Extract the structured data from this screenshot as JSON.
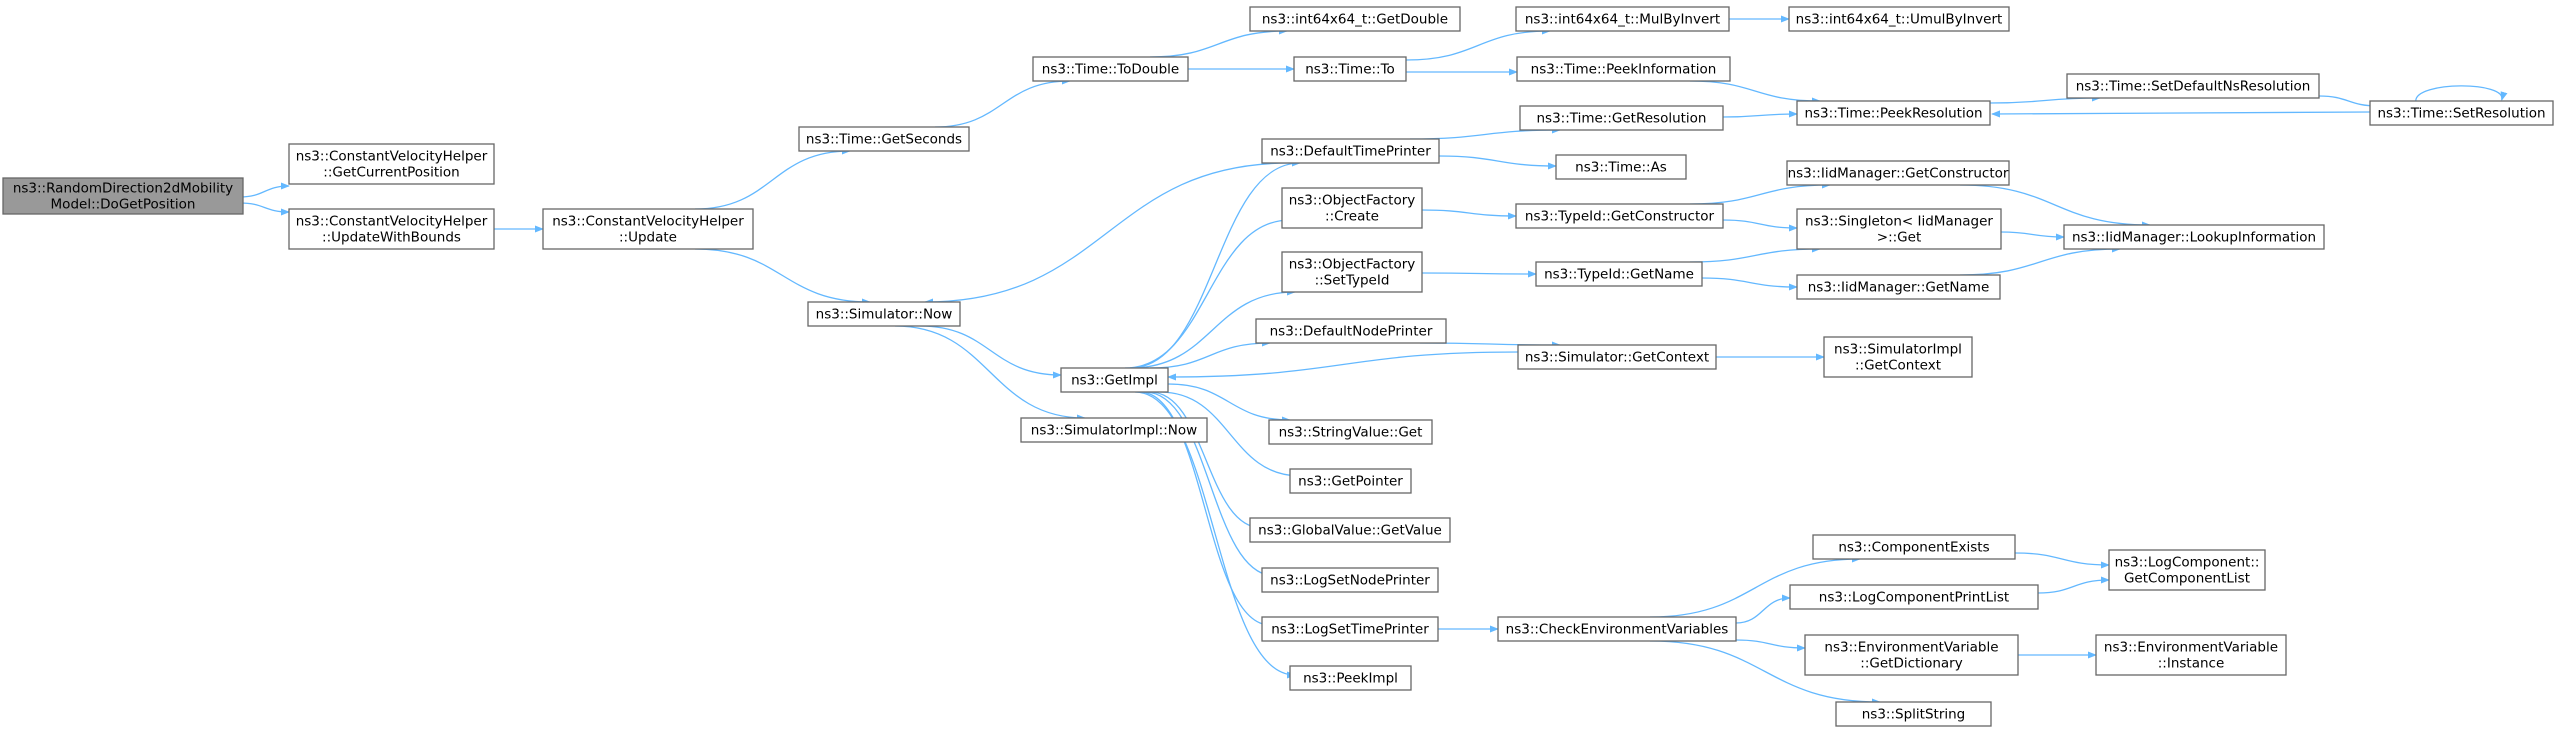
{
  "colors": {
    "edge": "#63B8FF",
    "node_border": "#666666",
    "root_fill": "#999999",
    "node_fill": "#ffffff"
  },
  "nodes": [
    {
      "id": "root",
      "name": "node-randomdirection-dogetposition",
      "lines": [
        "ns3::RandomDirection2dMobility",
        "Model::DoGetPosition"
      ],
      "root": true
    },
    {
      "id": "cvh_gcp",
      "name": "node-constantvelocityhelper-getcurrentposition",
      "lines": [
        "ns3::ConstantVelocityHelper",
        "::GetCurrentPosition"
      ]
    },
    {
      "id": "cvh_uwb",
      "name": "node-constantvelocityhelper-updatewithbounds",
      "lines": [
        "ns3::ConstantVelocityHelper",
        "::UpdateWithBounds"
      ]
    },
    {
      "id": "cvh_upd",
      "name": "node-constantvelocityhelper-update",
      "lines": [
        "ns3::ConstantVelocityHelper",
        "::Update"
      ]
    },
    {
      "id": "t_gs",
      "name": "node-time-getseconds",
      "lines": [
        "ns3::Time::GetSeconds"
      ]
    },
    {
      "id": "sim_now",
      "name": "node-simulator-now",
      "lines": [
        "ns3::Simulator::Now"
      ]
    },
    {
      "id": "t_td",
      "name": "node-time-todouble",
      "lines": [
        "ns3::Time::ToDouble"
      ]
    },
    {
      "id": "i64_gd",
      "name": "node-int64x64-getdouble",
      "lines": [
        "ns3::int64x64_t::GetDouble"
      ]
    },
    {
      "id": "t_to",
      "name": "node-time-to",
      "lines": [
        "ns3::Time::To"
      ]
    },
    {
      "id": "i64_mbi",
      "name": "node-int64x64-mulbyinvert",
      "lines": [
        "ns3::int64x64_t::MulByInvert"
      ]
    },
    {
      "id": "i64_umbi",
      "name": "node-int64x64-umulbyinvert",
      "lines": [
        "ns3::int64x64_t::UmulByInvert"
      ]
    },
    {
      "id": "t_pi",
      "name": "node-time-peekinformation",
      "lines": [
        "ns3::Time::PeekInformation"
      ]
    },
    {
      "id": "t_pr",
      "name": "node-time-peekresolution",
      "lines": [
        "ns3::Time::PeekResolution"
      ]
    },
    {
      "id": "t_sdnr",
      "name": "node-time-setdefaultnsresolution",
      "lines": [
        "ns3::Time::SetDefaultNsResolution"
      ]
    },
    {
      "id": "t_sr",
      "name": "node-time-setresolution",
      "lines": [
        "ns3::Time::SetResolution"
      ]
    },
    {
      "id": "dtp",
      "name": "node-defaulttimeprinter",
      "lines": [
        "ns3::DefaultTimePrinter"
      ]
    },
    {
      "id": "t_gr",
      "name": "node-time-getresolution",
      "lines": [
        "ns3::Time::GetResolution"
      ]
    },
    {
      "id": "t_as",
      "name": "node-time-as",
      "lines": [
        "ns3::Time::As"
      ]
    },
    {
      "id": "of_create",
      "name": "node-objectfactory-create",
      "lines": [
        "ns3::ObjectFactory",
        "::Create"
      ]
    },
    {
      "id": "tid_gc",
      "name": "node-typeid-getconstructor",
      "lines": [
        "ns3::TypeId::GetConstructor"
      ]
    },
    {
      "id": "iid_gc",
      "name": "node-iidmanager-getconstructor",
      "lines": [
        "ns3::IidManager::GetConstructor"
      ]
    },
    {
      "id": "singleton",
      "name": "node-singleton-iidmanager-get",
      "lines": [
        "ns3::Singleton< IidManager",
        ">::Get"
      ]
    },
    {
      "id": "iid_li",
      "name": "node-iidmanager-lookupinformation",
      "lines": [
        "ns3::IidManager::LookupInformation"
      ]
    },
    {
      "id": "of_sti",
      "name": "node-objectfactory-settypeid",
      "lines": [
        "ns3::ObjectFactory",
        "::SetTypeId"
      ]
    },
    {
      "id": "tid_gn",
      "name": "node-typeid-getname",
      "lines": [
        "ns3::TypeId::GetName"
      ]
    },
    {
      "id": "iid_gn",
      "name": "node-iidmanager-getname",
      "lines": [
        "ns3::IidManager::GetName"
      ]
    },
    {
      "id": "getimpl",
      "name": "node-getimpl",
      "lines": [
        "ns3::GetImpl"
      ]
    },
    {
      "id": "simimpl_now",
      "name": "node-simulatorimpl-now",
      "lines": [
        "ns3::SimulatorImpl::Now"
      ]
    },
    {
      "id": "dnp",
      "name": "node-defaultnodeprinter",
      "lines": [
        "ns3::DefaultNodePrinter"
      ]
    },
    {
      "id": "sim_gctx",
      "name": "node-simulator-getcontext",
      "lines": [
        "ns3::Simulator::GetContext"
      ]
    },
    {
      "id": "simimpl_gctx",
      "name": "node-simulatorimpl-getcontext",
      "lines": [
        "ns3::SimulatorImpl",
        "::GetContext"
      ]
    },
    {
      "id": "sv_get",
      "name": "node-stringvalue-get",
      "lines": [
        "ns3::StringValue::Get"
      ]
    },
    {
      "id": "getptr",
      "name": "node-getpointer",
      "lines": [
        "ns3::GetPointer"
      ]
    },
    {
      "id": "gv_gv",
      "name": "node-globalvalue-getvalue",
      "lines": [
        "ns3::GlobalValue::GetValue"
      ]
    },
    {
      "id": "lsnp",
      "name": "node-logsetnodeprinter",
      "lines": [
        "ns3::LogSetNodePrinter"
      ]
    },
    {
      "id": "lstp",
      "name": "node-logsettimeprinter",
      "lines": [
        "ns3::LogSetTimePrinter"
      ]
    },
    {
      "id": "peekimpl",
      "name": "node-peekimpl",
      "lines": [
        "ns3::PeekImpl"
      ]
    },
    {
      "id": "cev",
      "name": "node-checkenvironmentvariables",
      "lines": [
        "ns3::CheckEnvironmentVariables"
      ]
    },
    {
      "id": "comp_ex",
      "name": "node-componentexists",
      "lines": [
        "ns3::ComponentExists"
      ]
    },
    {
      "id": "lcpl",
      "name": "node-logcomponentprintlist",
      "lines": [
        "ns3::LogComponentPrintList"
      ]
    },
    {
      "id": "lc_gcl",
      "name": "node-logcomponent-getcomponentlist",
      "lines": [
        "ns3::LogComponent::",
        "GetComponentList"
      ]
    },
    {
      "id": "ev_gd",
      "name": "node-environmentvariable-getdictionary",
      "lines": [
        "ns3::EnvironmentVariable",
        "::GetDictionary"
      ]
    },
    {
      "id": "ev_inst",
      "name": "node-environmentvariable-instance",
      "lines": [
        "ns3::EnvironmentVariable",
        "::Instance"
      ]
    },
    {
      "id": "splitstr",
      "name": "node-splitstring",
      "lines": [
        "ns3::SplitString"
      ]
    }
  ]
}
